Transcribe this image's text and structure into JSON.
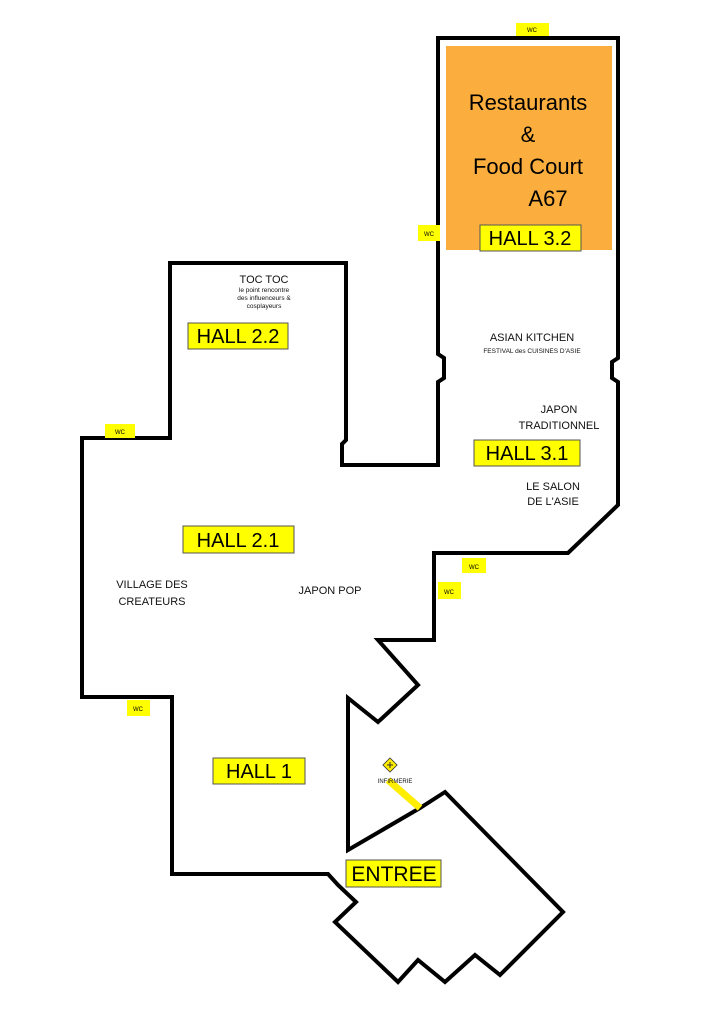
{
  "colors": {
    "outline": "#000000",
    "label_fill": "#ffff00",
    "food_court_fill": "#fbae3e",
    "infirmary_marker": "#ffee00"
  },
  "halls": {
    "hall_1": "HALL 1",
    "hall_2_1": "HALL 2.1",
    "hall_2_2": "HALL 2.2",
    "hall_3_1": "HALL 3.1",
    "hall_3_2": "HALL 3.2"
  },
  "entrance": "ENTREE",
  "food_court": {
    "line1": "Restaurants",
    "line2": "&",
    "line3": "Food Court",
    "line4": "A67"
  },
  "areas": {
    "toc_toc": {
      "title": "TOC TOC",
      "sub1": "le point rencontre",
      "sub2": "des influenceurs &",
      "sub3": "cosplayeurs"
    },
    "asian_kitchen": {
      "title": "ASIAN KITCHEN",
      "sub": "FESTIVAL des CUISINES D'ASIE"
    },
    "japon_traditionnel": {
      "line1": "JAPON",
      "line2": "TRADITIONNEL"
    },
    "salon_asie": {
      "line1": "LE SALON",
      "line2": "DE L'ASIE"
    },
    "village_createurs": {
      "line1": "VILLAGE DES",
      "line2": "CREATEURS"
    },
    "japon_pop": "JAPON POP",
    "infirmerie": "INFIRMERIE"
  },
  "wc": [
    "WC",
    "WC",
    "WC",
    "WC",
    "WC",
    "WC"
  ]
}
